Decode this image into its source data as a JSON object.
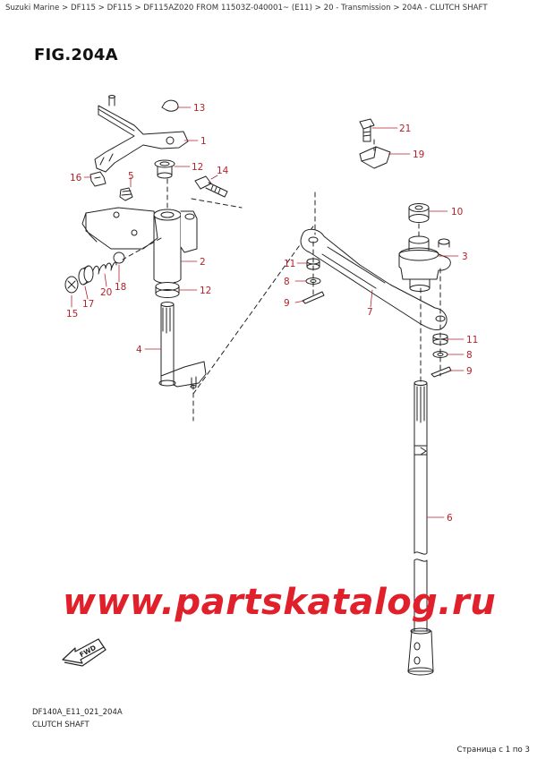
{
  "breadcrumb": [
    {
      "label": "Suzuki Marine"
    },
    {
      "label": "DF115"
    },
    {
      "label": "DF115"
    },
    {
      "label": "DF115AZ020 FROM 11503Z-040001~ (E11)"
    },
    {
      "label": "20 - Transmission"
    },
    {
      "label": "204A - CLUTCH SHAFT"
    }
  ],
  "breadcrumb_separator": ">",
  "figure": {
    "title": "FIG.204A",
    "code": "DF140A_E11_021_204A",
    "caption": "CLUTCH SHAFT"
  },
  "callouts": {
    "c13": "13",
    "c1": "1",
    "c12a": "12",
    "c14": "14",
    "c16": "16",
    "c5": "5",
    "c2": "2",
    "c12b": "12",
    "c15": "15",
    "c17": "17",
    "c20": "20",
    "c18": "18",
    "c4": "4",
    "c21": "21",
    "c19": "19",
    "c10": "10",
    "c3": "3",
    "c11a": "11",
    "c8a": "8",
    "c9a": "9",
    "c7": "7",
    "c11b": "11",
    "c8b": "8",
    "c9b": "9",
    "c6": "6"
  },
  "watermark": "www.partskatalog.ru",
  "fwd_label": "FWD",
  "pagination": "Страница с 1 по 3",
  "colors": {
    "callout": "#b5222a",
    "watermark": "#e0202a",
    "line": "#222222"
  }
}
